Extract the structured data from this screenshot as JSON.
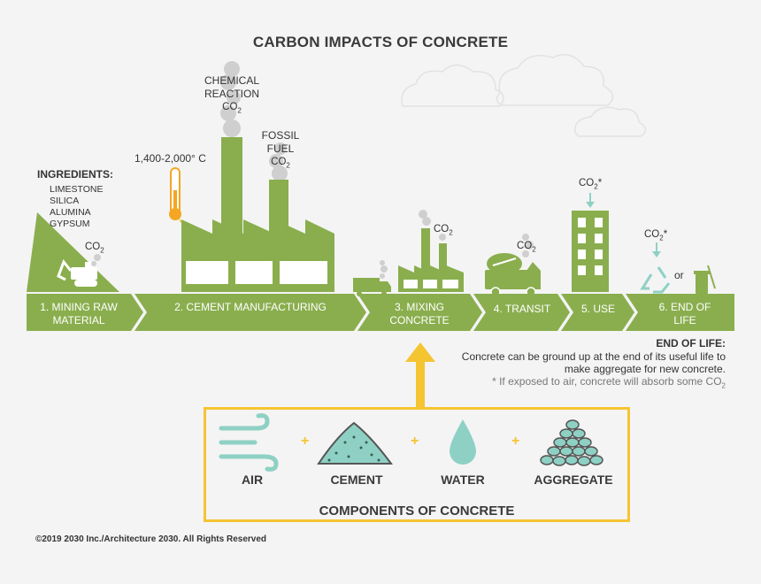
{
  "title": "CARBON IMPACTS OF CONCRETE",
  "ingredients": {
    "title": "INGREDIENTS:",
    "items": [
      "LIMESTONE",
      "SILICA",
      "ALUMINA",
      "GYPSUM"
    ]
  },
  "labels": {
    "chemical_reaction": [
      "CHEMICAL",
      "REACTION"
    ],
    "fossil_fuel": [
      "FOSSIL",
      "FUEL"
    ],
    "temperature": "1,400-2,000° C",
    "co2": "CO",
    "co2_sub": "2",
    "co2_star": "*",
    "or": "or"
  },
  "stages": [
    {
      "lines": [
        "1. MINING RAW",
        "MATERIAL"
      ]
    },
    {
      "lines": [
        "2. CEMENT MANUFACTURING"
      ]
    },
    {
      "lines": [
        "3. MIXING",
        "CONCRETE"
      ]
    },
    {
      "lines": [
        "4. TRANSIT"
      ]
    },
    {
      "lines": [
        "5. USE"
      ]
    },
    {
      "lines": [
        "6. END OF",
        "LIFE"
      ]
    }
  ],
  "end_of_life": {
    "heading": "END OF LIFE:",
    "text": "Concrete can be ground up at the end of its useful life to make aggregate for new concrete.",
    "note": "* If exposed to air, concrete will absorb some CO",
    "note_sub": "2"
  },
  "components": {
    "title": "COMPONENTS OF CONCRETE",
    "items": [
      "AIR",
      "CEMENT",
      "WATER",
      "AGGREGATE"
    ],
    "plus": "+"
  },
  "copyright": "©2019 2030 Inc./Architecture 2030. All Rights Reserved",
  "colors": {
    "green": "#8aae4e",
    "dark_green": "#6f9a3c",
    "teal": "#8ed1c4",
    "yellow": "#f5c431",
    "smoke": "#cfcfcf"
  }
}
